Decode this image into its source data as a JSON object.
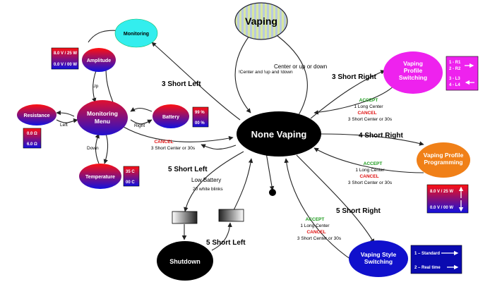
{
  "nodes": {
    "vaping": "Vaping",
    "none_vaping": "None Vaping",
    "monitoring": "Monitoring",
    "monitoring_menu": "Monitoring Menu",
    "amplitude": "Amplitude",
    "resistance": "Resistance",
    "battery": "Battery",
    "temperature": "Temperature",
    "profile_switching": "Vaping Profile Switching",
    "profile_programming": "Vaping Profile Programming",
    "style_switching": "Vaping Style Switching",
    "shutdown": "Shutdown"
  },
  "labels": {
    "center_up_down_neg": "!Center and !up and !down",
    "center_or_up_or_down": "Center or up or down",
    "three_short_left": "3 Short Left",
    "three_short_right": "3 Short Right",
    "four_short_right": "4 Short Right",
    "five_short_left_top": "5 Short Left",
    "five_short_left_bottom": "5 Short Left",
    "five_short_right": "5 Short Right",
    "low_battery": "Low Battery",
    "twenty_blinks": "20 white blinks",
    "up": "Up",
    "down": "Down",
    "left": "Left",
    "right": "Right"
  },
  "transitions": {
    "monitoring_cancel": {
      "cancel": "CANCEL",
      "detail": "3 Short Center or 30s"
    },
    "switching": {
      "accept": "ACCEPT",
      "accept_detail": "1 Long Center",
      "cancel": "CANCEL",
      "cancel_detail": "3 Short Center or 30s"
    },
    "programming": {
      "accept": "ACCEPT",
      "accept_detail": "1 Long Center",
      "cancel": "CANCEL",
      "cancel_detail": "3 Short Center or 30s"
    },
    "style": {
      "accept": "ACCEPT",
      "accept_detail": "1 Long Center",
      "cancel": "CANCEL",
      "cancel_detail": "3 Short Center or 30s"
    }
  },
  "panels": {
    "amplitude": [
      "8.0 V / 25 W",
      "0.0 V / 00 W"
    ],
    "resistance": [
      "0.0 Ω",
      "6.0 Ω"
    ],
    "battery": [
      "99 %",
      "00 %"
    ],
    "temperature": [
      "35 C",
      "00 C"
    ],
    "profiles": [
      "1 - R1",
      "2 - R2",
      "3 - L3",
      "4 - L4"
    ],
    "programming": [
      "8.0 V / 25 W",
      "0.0 V / 00 W"
    ],
    "style": [
      "1 – Standard",
      "2 – Real time"
    ]
  },
  "colors": {
    "magenta": "#ee22ee",
    "orange": "#f08018",
    "blue": "#1010cc",
    "navy": "#0a0ab0",
    "cyan": "#33eeee",
    "black": "#000000"
  }
}
